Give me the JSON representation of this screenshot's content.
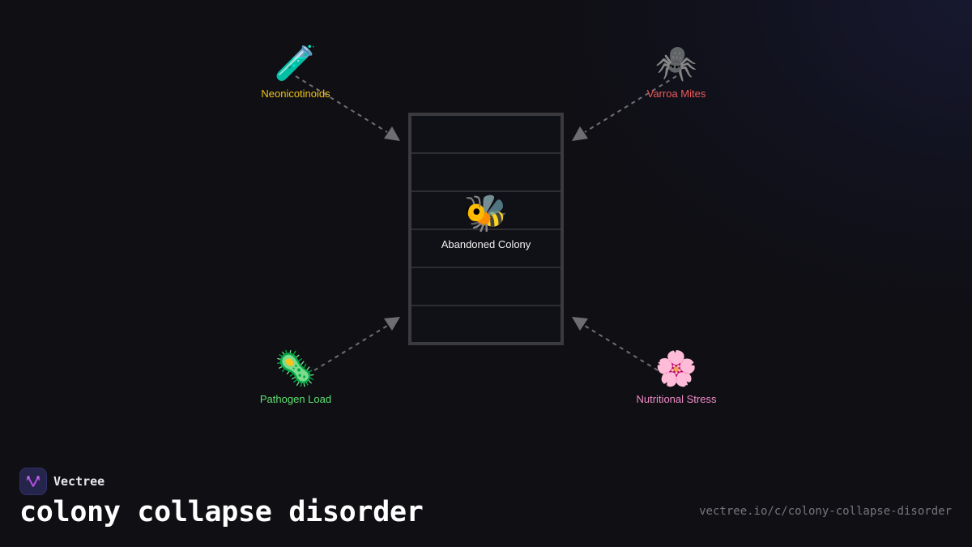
{
  "diagram": {
    "type": "cause-effect",
    "center": {
      "label": "Abandoned Colony",
      "icon": "🐝",
      "icon_name": "honeybee-icon",
      "label_color": "#f2f2f2",
      "frame_count": 6
    },
    "causes": [
      {
        "id": "neonicotinoids",
        "label": "Neonicotinoids",
        "icon": "🧪",
        "icon_name": "test-tube-icon",
        "color": "#f0c419",
        "position": "top-left"
      },
      {
        "id": "varroa-mites",
        "label": "Varroa Mites",
        "icon": "🕷️",
        "icon_name": "spider-icon",
        "color": "#f05a5a",
        "position": "top-right"
      },
      {
        "id": "pathogen-load",
        "label": "Pathogen Load",
        "icon": "🦠",
        "icon_name": "microbe-icon",
        "color": "#5fe070",
        "position": "bottom-left"
      },
      {
        "id": "nutritional-stress",
        "label": "Nutritional Stress",
        "icon": "🌸",
        "icon_name": "cherry-blossom-icon",
        "color": "#f08cc8",
        "position": "bottom-right"
      }
    ],
    "edge_color": "#6e6e72",
    "edge_style": "dashed"
  },
  "footer": {
    "brand_name": "Vectree",
    "title": "colony collapse disorder",
    "url": "vectree.io/c/colony-collapse-disorder"
  },
  "colors": {
    "background": "#0f0f14",
    "hive_border": "#3b3b3f",
    "brand_logo_bg": "#25244a",
    "brand_logo_glyph": "#b44ee0"
  }
}
